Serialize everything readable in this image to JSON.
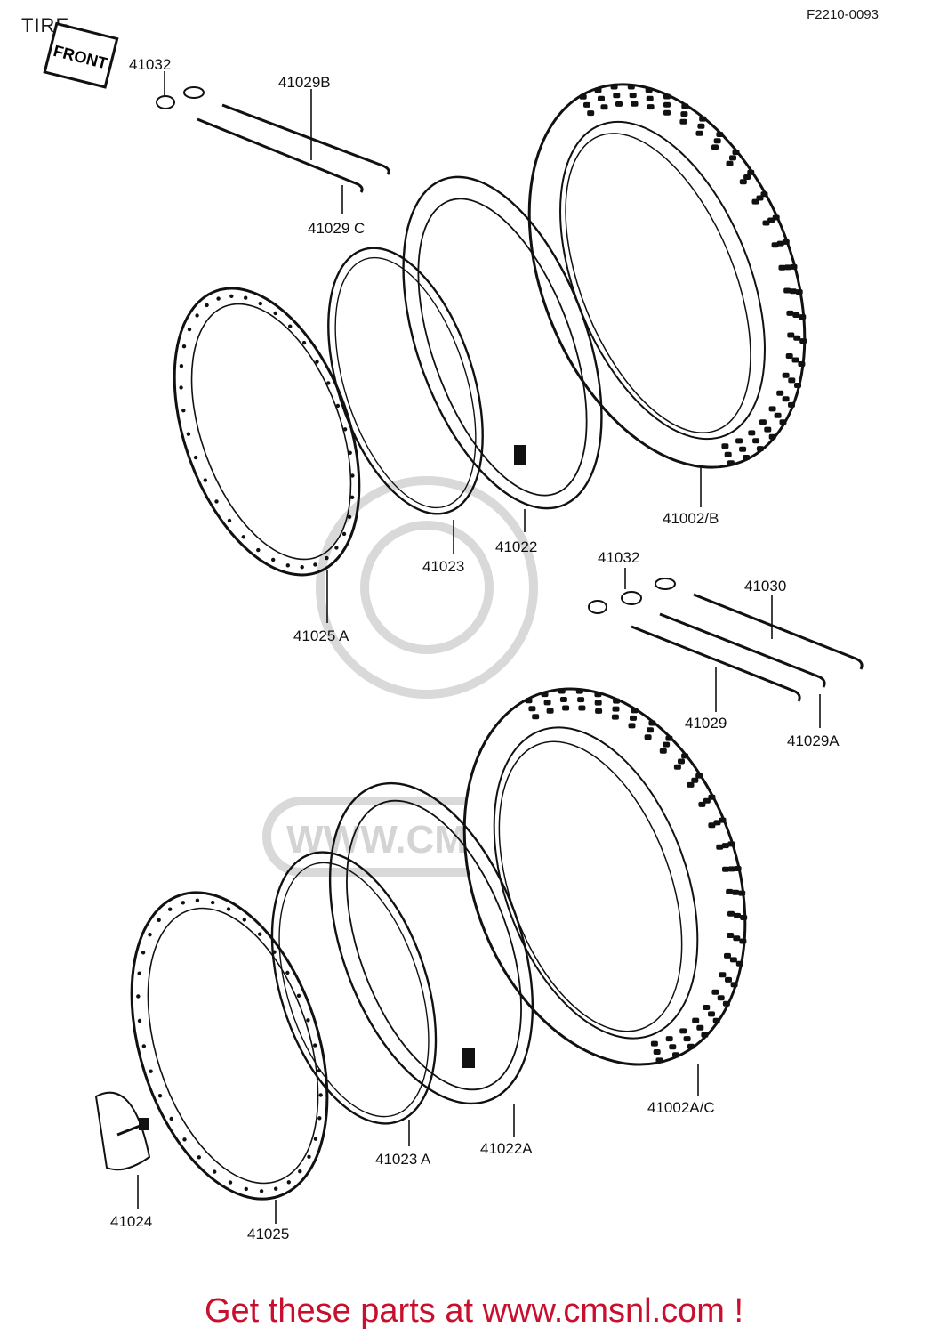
{
  "header": {
    "title": "TIRE",
    "code": "F2210-0093",
    "front_badge": "FRONT"
  },
  "watermark": {
    "text": "WWW.CMSNL.COM"
  },
  "parts": [
    {
      "id": "p-41032-top",
      "label": "41032"
    },
    {
      "id": "p-41029b",
      "label": "41029B"
    },
    {
      "id": "p-41029c",
      "label": "41029 C"
    },
    {
      "id": "p-41002b",
      "label": "41002/B"
    },
    {
      "id": "p-41022",
      "label": "41022"
    },
    {
      "id": "p-41023",
      "label": "41023"
    },
    {
      "id": "p-41025a",
      "label": "41025 A"
    },
    {
      "id": "p-41032-mid",
      "label": "41032"
    },
    {
      "id": "p-41030",
      "label": "41030"
    },
    {
      "id": "p-41029",
      "label": "41029"
    },
    {
      "id": "p-41029a",
      "label": "41029A"
    },
    {
      "id": "p-41002ac",
      "label": "41002A/C"
    },
    {
      "id": "p-41022a",
      "label": "41022A"
    },
    {
      "id": "p-41023a",
      "label": "41023 A"
    },
    {
      "id": "p-41024",
      "label": "41024"
    },
    {
      "id": "p-41025",
      "label": "41025"
    }
  ],
  "footer": {
    "cta": "Get these parts at www.cmsnl.com !"
  }
}
